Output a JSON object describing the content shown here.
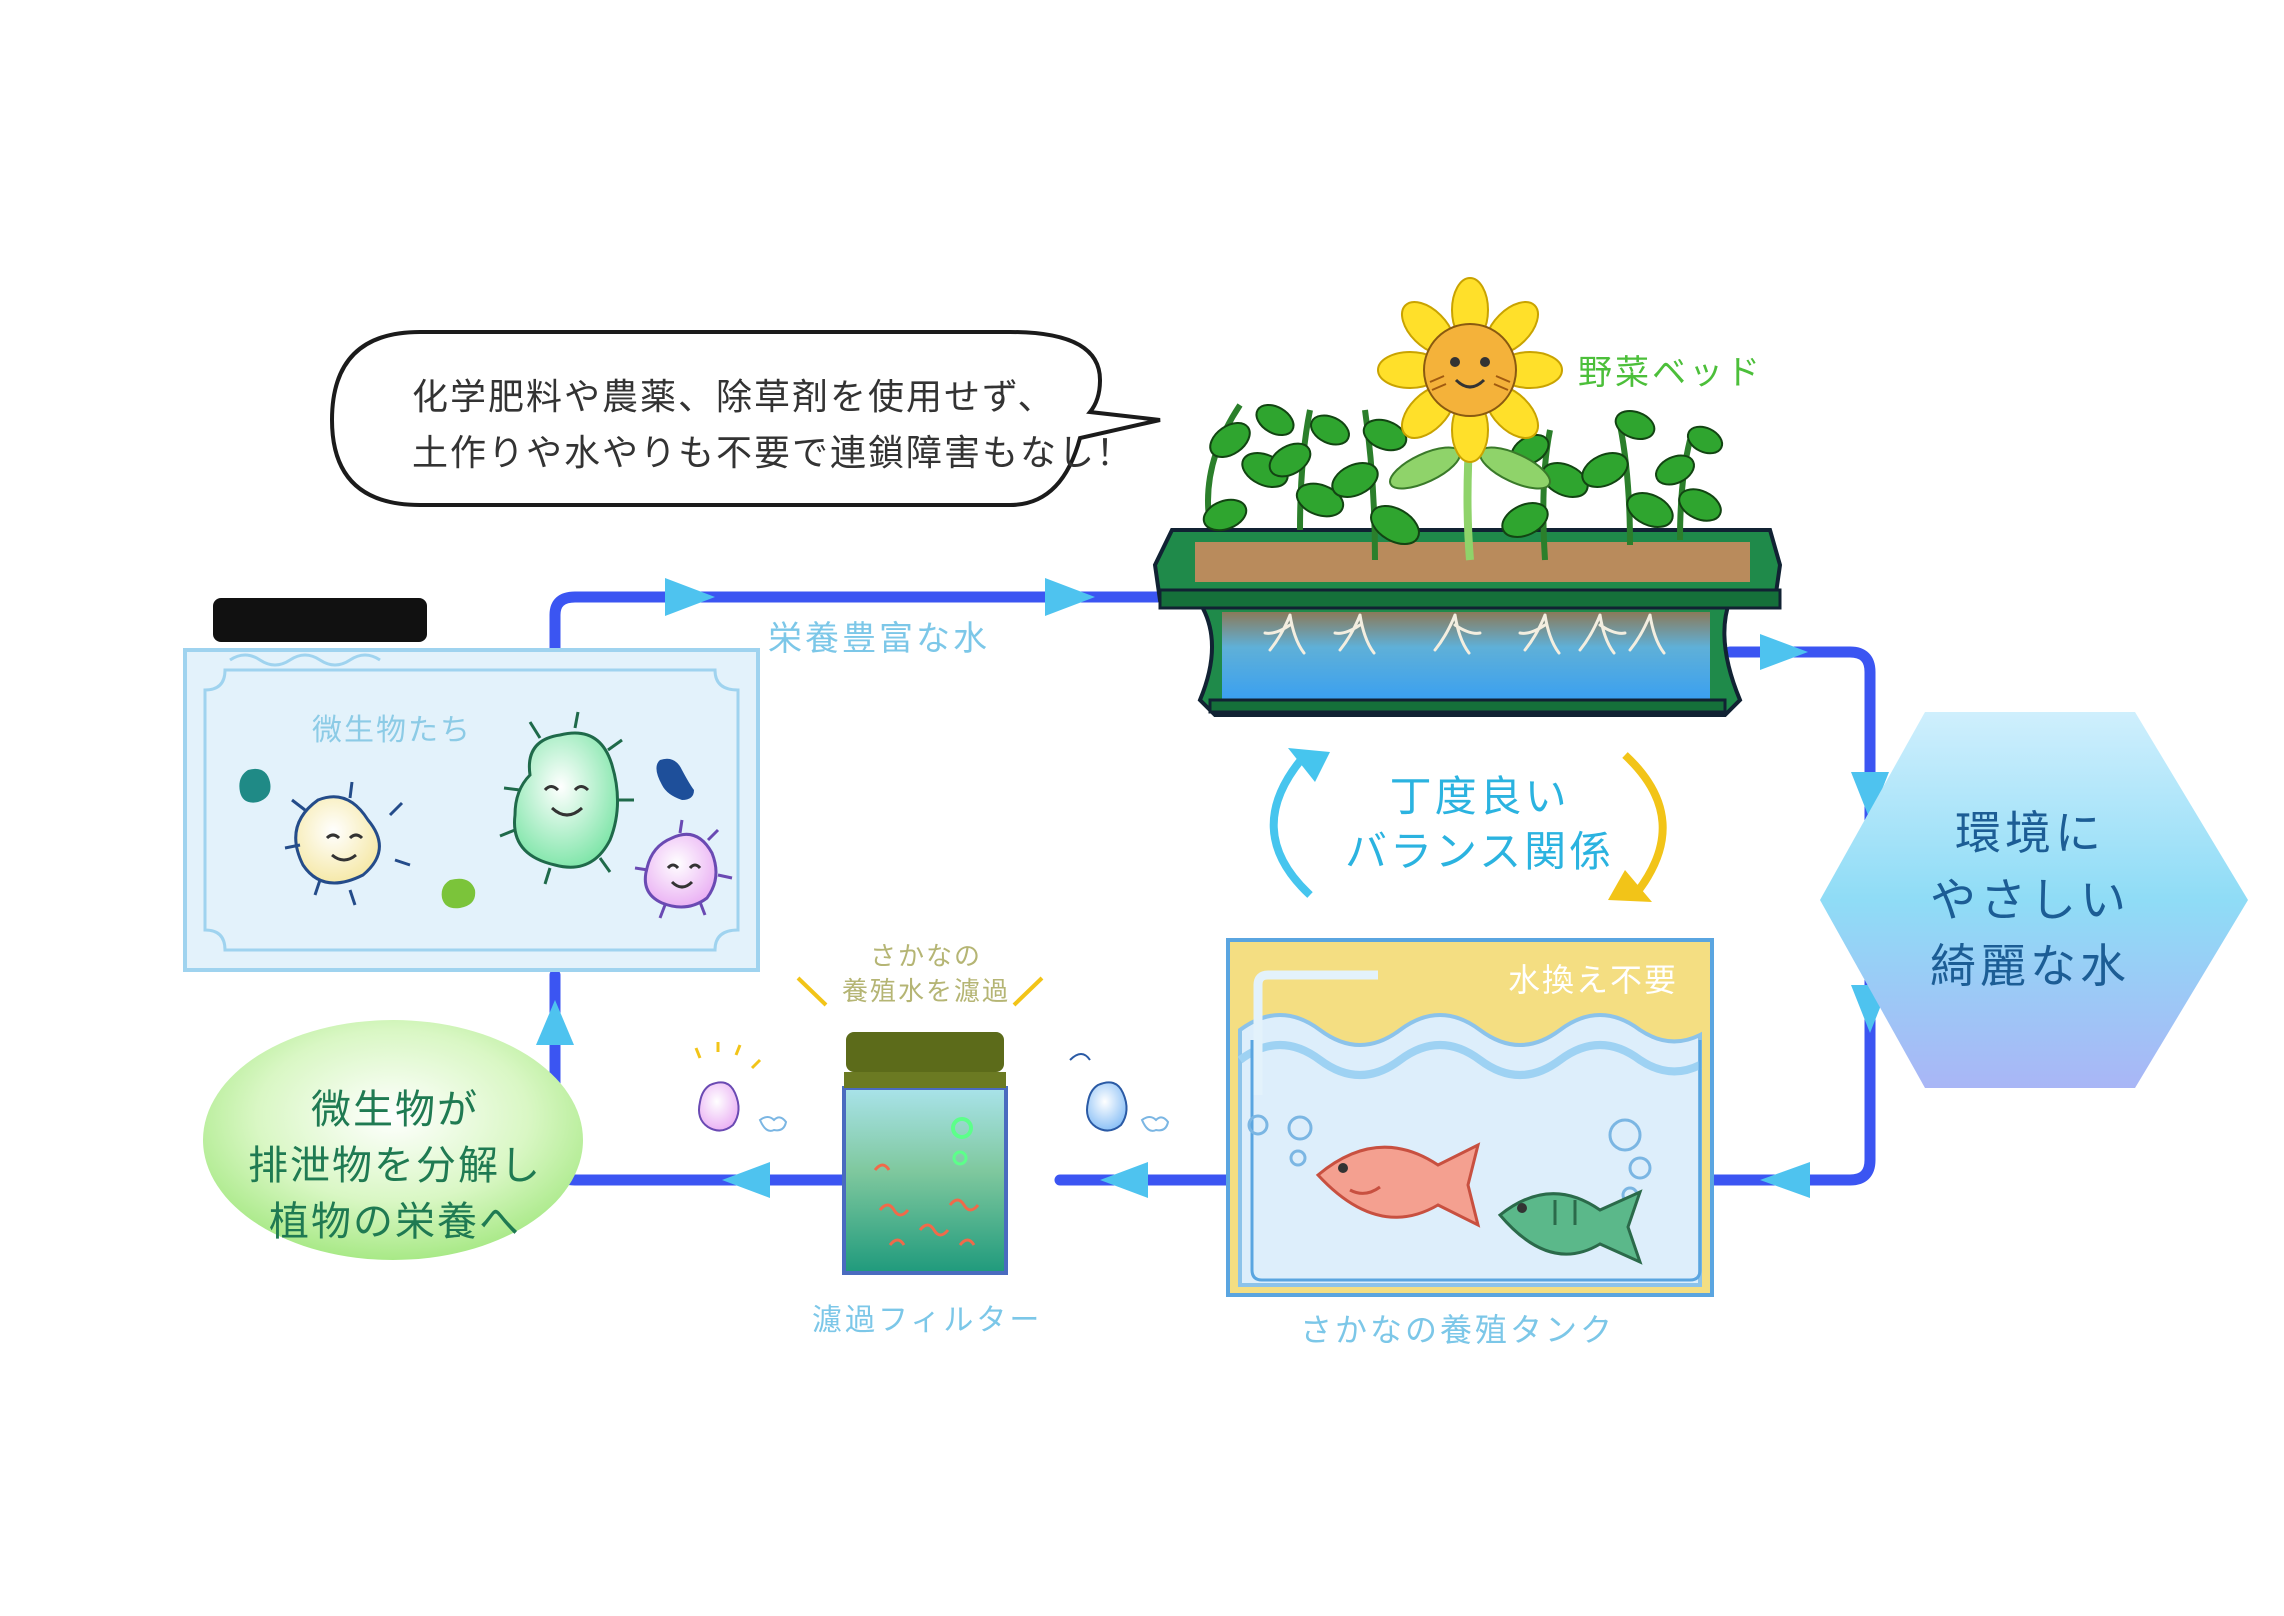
{
  "speech_bubble": {
    "line1": "化学肥料や農薬、除草剤を使用せず、",
    "line2": "土作りや水やりも不要で連鎖障害もなし！"
  },
  "vegetable_bed": {
    "label": "野菜ベッド"
  },
  "flow_label": {
    "nutrient_water": "栄養豊富な水"
  },
  "microbe_tank": {
    "label": "微生物たち"
  },
  "balance": {
    "line1": "丁度良い",
    "line2": "バランス関係"
  },
  "fish_tank": {
    "label": "さかなの養殖タンク",
    "no_water_change": "水換え不要"
  },
  "filter": {
    "label": "濾過フィルター",
    "note_line1": "さかなの",
    "note_line2": "養殖水を濾過"
  },
  "environment": {
    "line1": "環境に",
    "line2": "やさしい",
    "line3": "綺麗な水"
  },
  "decompose": {
    "line1": "微生物が",
    "line2": "排泄物を分解し",
    "line3": "植物の栄養へ"
  },
  "colors": {
    "pipe": "#3b55f2",
    "arrow": "#4ec3ef",
    "tank_water": "#e3f2fb",
    "tank_border": "#9fd3ef",
    "planter": "#1f8a4a",
    "soil": "#b98b5c",
    "fish_tank_border": "#f0dc86",
    "hexagon_top": "#d6f4fd",
    "hexagon_bottom": "#a6b8f5",
    "green_bubble": "#a9ec88"
  },
  "icons": [
    "sunflower-icon",
    "leaf-plant-icon",
    "microbe-icon",
    "fish-icon",
    "filter-icon",
    "speech-bubble-icon",
    "cycle-arrow-icon",
    "flow-arrow-icon"
  ]
}
